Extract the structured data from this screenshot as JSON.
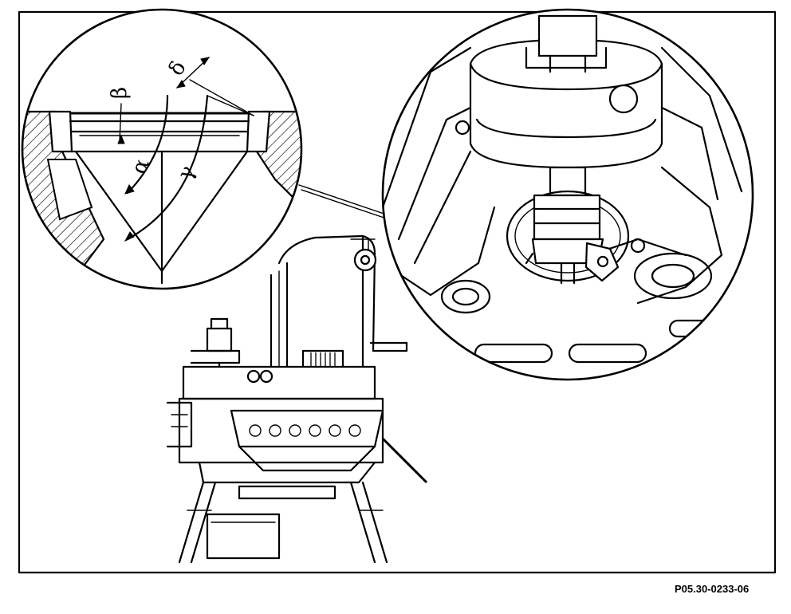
{
  "figure": {
    "code": "P05.30-0233-06",
    "detail_labels": {
      "alpha": "α",
      "beta": "β",
      "gamma": "γ",
      "delta": "δ"
    }
  }
}
